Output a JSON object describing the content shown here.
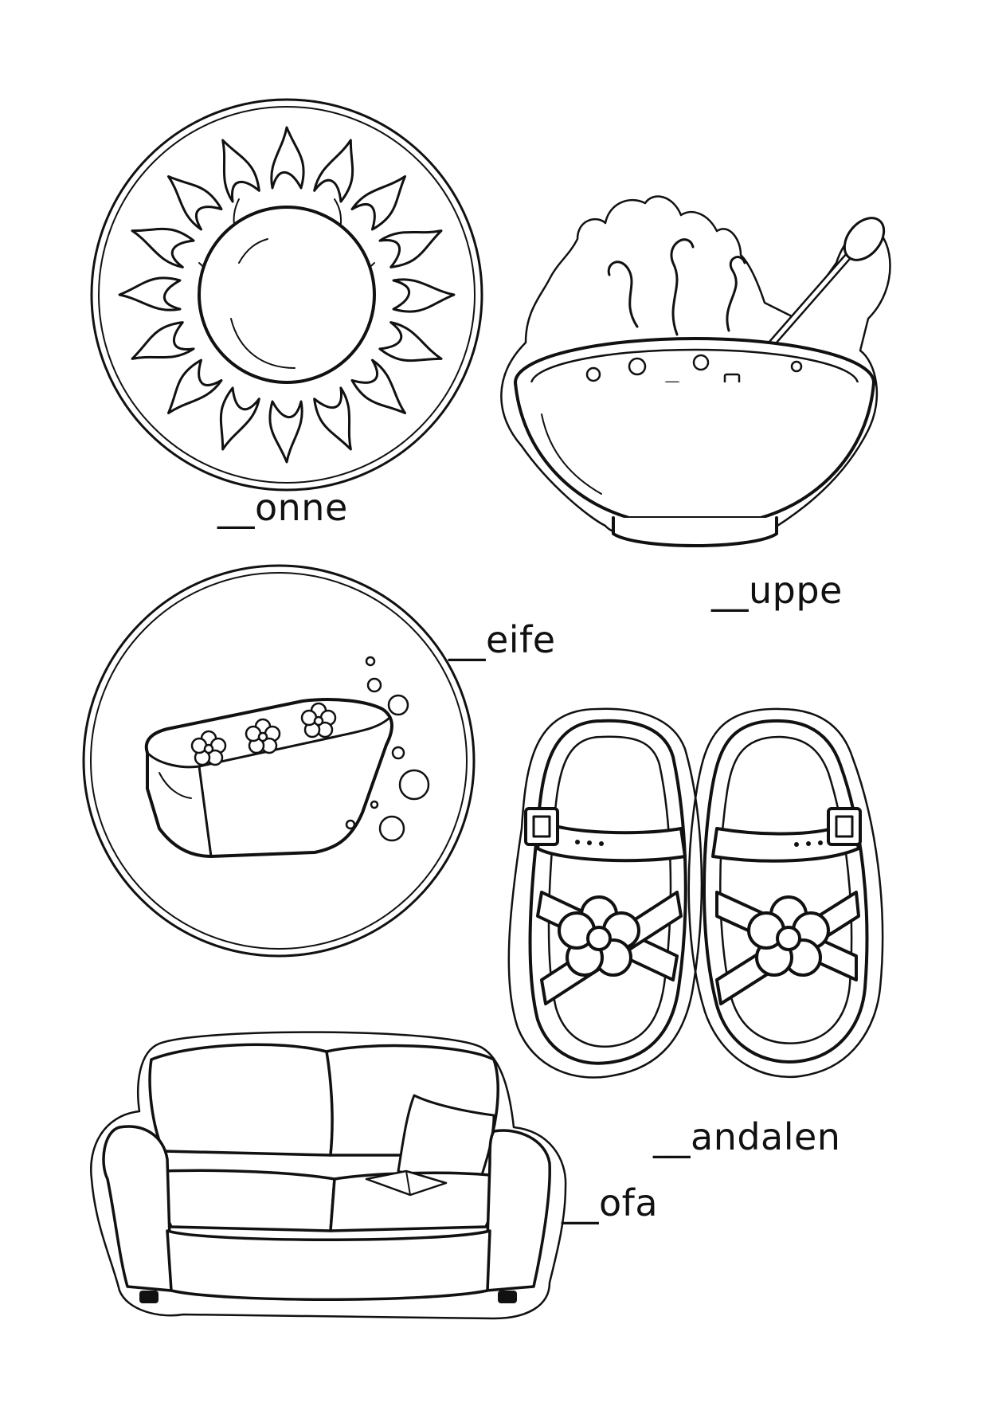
{
  "worksheet": {
    "items": [
      {
        "id": "sun",
        "blank_word": "__onne",
        "picture": "sun"
      },
      {
        "id": "soup",
        "blank_word": "__uppe",
        "picture": "soup-bowl"
      },
      {
        "id": "soap",
        "blank_word": "__eife",
        "picture": "soap-bar"
      },
      {
        "id": "sandals",
        "blank_word": "__andalen",
        "picture": "sandals"
      },
      {
        "id": "sofa",
        "blank_word": "__ofa",
        "picture": "sofa"
      }
    ],
    "line_color": "#111111",
    "background": "#ffffff"
  }
}
